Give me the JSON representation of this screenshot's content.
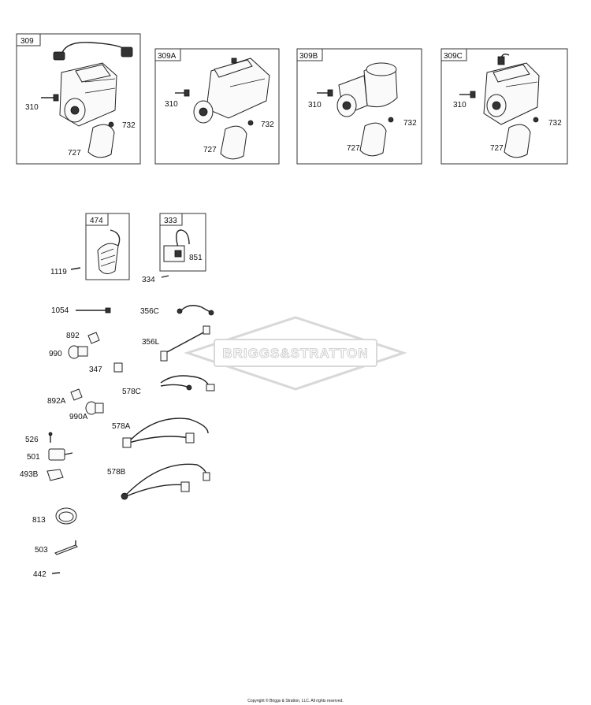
{
  "watermark": {
    "brand": "BRIGGS&STRATTON"
  },
  "copyright": "Copyright © Briggs & Stratton, LLC. All rights reserved.",
  "assemblies": [
    {
      "tag": "309",
      "parts": [
        "310",
        "732",
        "727"
      ]
    },
    {
      "tag": "309A",
      "parts": [
        "310",
        "732",
        "727"
      ]
    },
    {
      "tag": "309B",
      "parts": [
        "310",
        "732",
        "727"
      ]
    },
    {
      "tag": "309C",
      "parts": [
        "310",
        "732",
        "727"
      ]
    }
  ],
  "kits": [
    {
      "tag": "474",
      "parts": [
        "1119"
      ]
    },
    {
      "tag": "333",
      "parts": [
        "851",
        "334"
      ]
    }
  ],
  "parts": {
    "p1054": "1054",
    "p892": "892",
    "p990": "990",
    "p347": "347",
    "p892a": "892A",
    "p990a": "990A",
    "p526": "526",
    "p501": "501",
    "p493b": "493B",
    "p813": "813",
    "p503": "503",
    "p442": "442",
    "p356c": "356C",
    "p356l": "356L",
    "p578c": "578C",
    "p578a": "578A",
    "p578b": "578B"
  }
}
